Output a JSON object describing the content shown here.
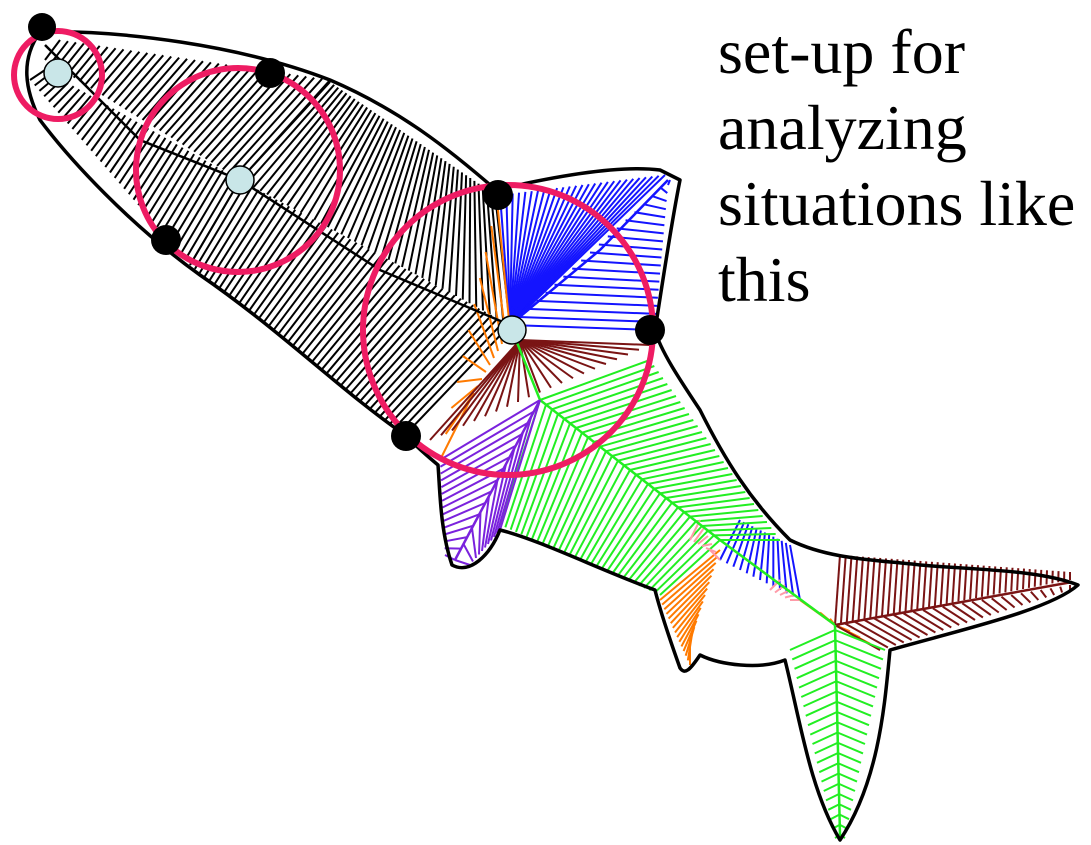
{
  "caption": {
    "lines": [
      "set-up for",
      "analyzing",
      "situations like",
      "this"
    ]
  },
  "colors": {
    "outline": "#000000",
    "circle": "#ee1c63",
    "center_node": "#c9e6e8",
    "boundary_node": "#000000",
    "region_black": "#000000",
    "region_blue": "#1414ff",
    "region_orange": "#ff7a00",
    "region_maroon": "#7a1414",
    "region_green": "#22ee22",
    "region_purple": "#7a22dd",
    "region_pink": "#ff9aa8"
  },
  "icons": {
    "outline": "fish-silhouette",
    "circle": "medial-axis-disk",
    "center_node": "disk-center-point",
    "boundary_node": "boundary-contact-point"
  }
}
